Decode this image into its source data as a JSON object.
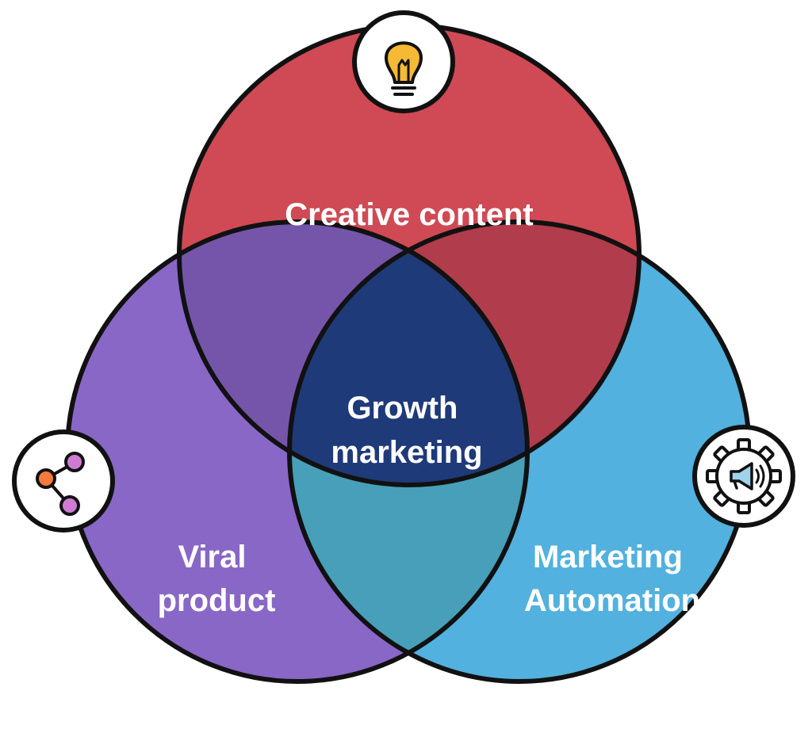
{
  "diagram": {
    "type": "venn-3",
    "sets": [
      {
        "id": "top",
        "label_lines": [
          "Creative content"
        ],
        "color": "#cf4a55",
        "icon": "light-bulb-icon"
      },
      {
        "id": "left",
        "label_lines": [
          "Viral",
          "product"
        ],
        "color": "#8967c6",
        "icon": "share-nodes-icon"
      },
      {
        "id": "right",
        "label_lines": [
          "Marketing",
          "Automation"
        ],
        "color": "#52b1de",
        "icon": "megaphone-gear-icon"
      }
    ],
    "intersections": {
      "top_left": "#7555a9",
      "top_right": "#b13c4b",
      "left_right": "#479fb9",
      "center": "#1f3a79"
    },
    "center_label_lines": [
      "Growth",
      "marketing"
    ],
    "outline_color": "#111111"
  }
}
